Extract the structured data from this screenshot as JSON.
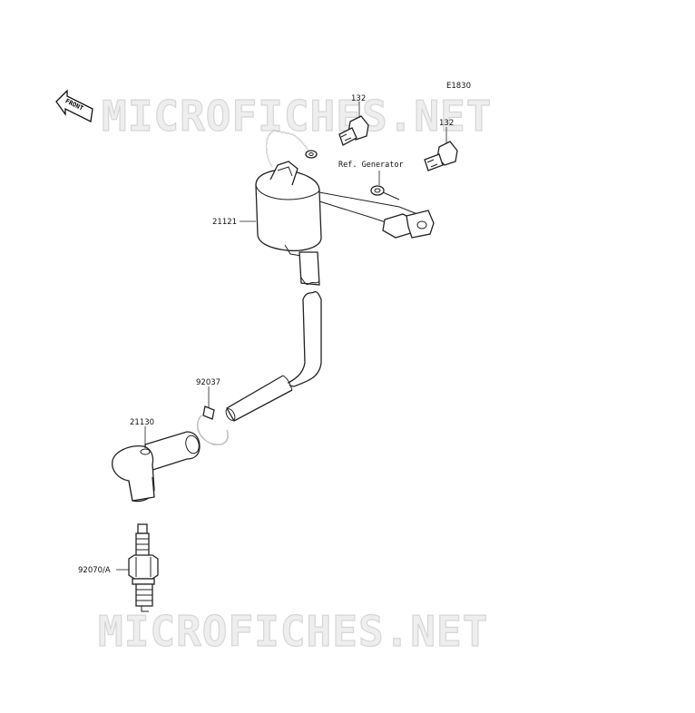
{
  "diagram_code": "E1830",
  "watermark": "MICROFICHES.NET",
  "front_arrow": {
    "label": "FRONT"
  },
  "parts": {
    "bolt_left": "132",
    "bolt_right": "132",
    "reference": "Ref. Generator",
    "ignition_coil": "21121",
    "clamp": "92037",
    "plug_cap": "21130",
    "spark_plug": "92070/A"
  }
}
